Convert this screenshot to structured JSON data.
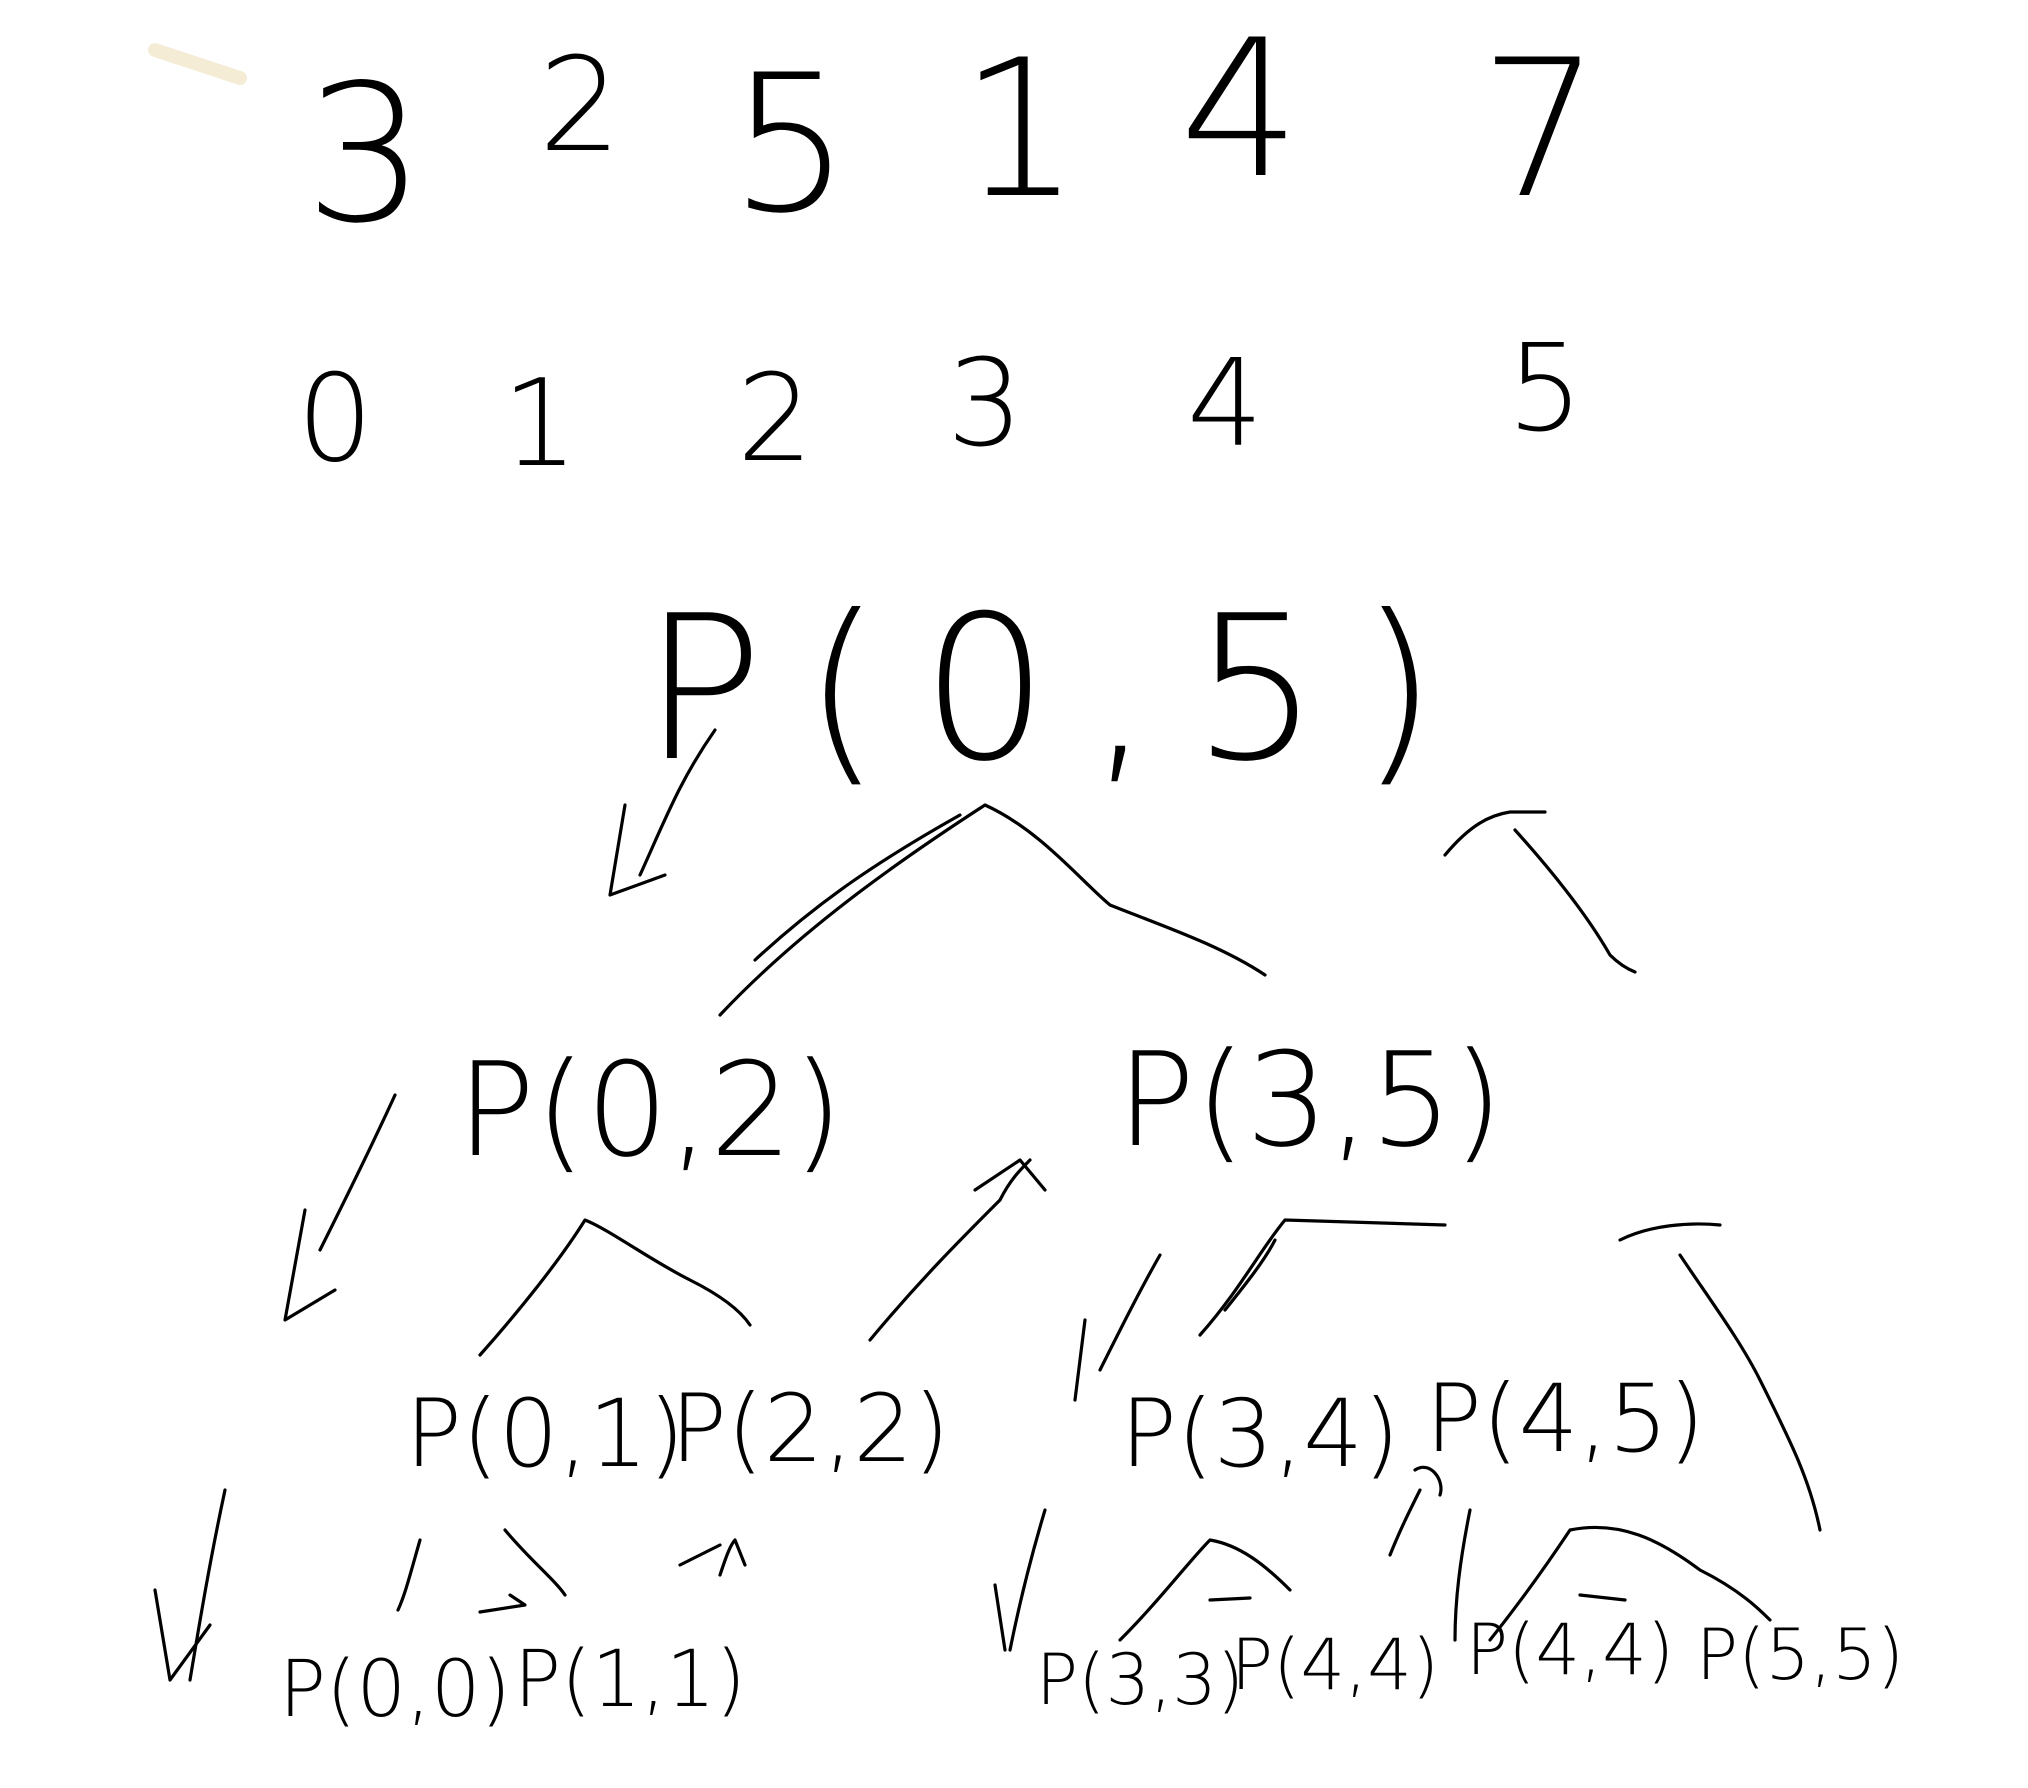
{
  "array": {
    "values": [
      "3",
      "2",
      "5",
      "1",
      "4",
      "7"
    ],
    "indices": [
      "0",
      "1",
      "2",
      "3",
      "4",
      "5"
    ]
  },
  "tree": {
    "root": "P(0,5)",
    "level1": [
      "P(0,2)",
      "P(3,5)"
    ],
    "level2": [
      "P(0,1)",
      "P(2,2)",
      "P(3,4)",
      "P(4,5)"
    ],
    "level3": [
      "P(0,0)",
      "P(1,1)",
      "P(3,3)",
      "P(4,4)",
      "P(4,4)",
      "P(5,5)"
    ]
  },
  "ink_color": "#000000"
}
